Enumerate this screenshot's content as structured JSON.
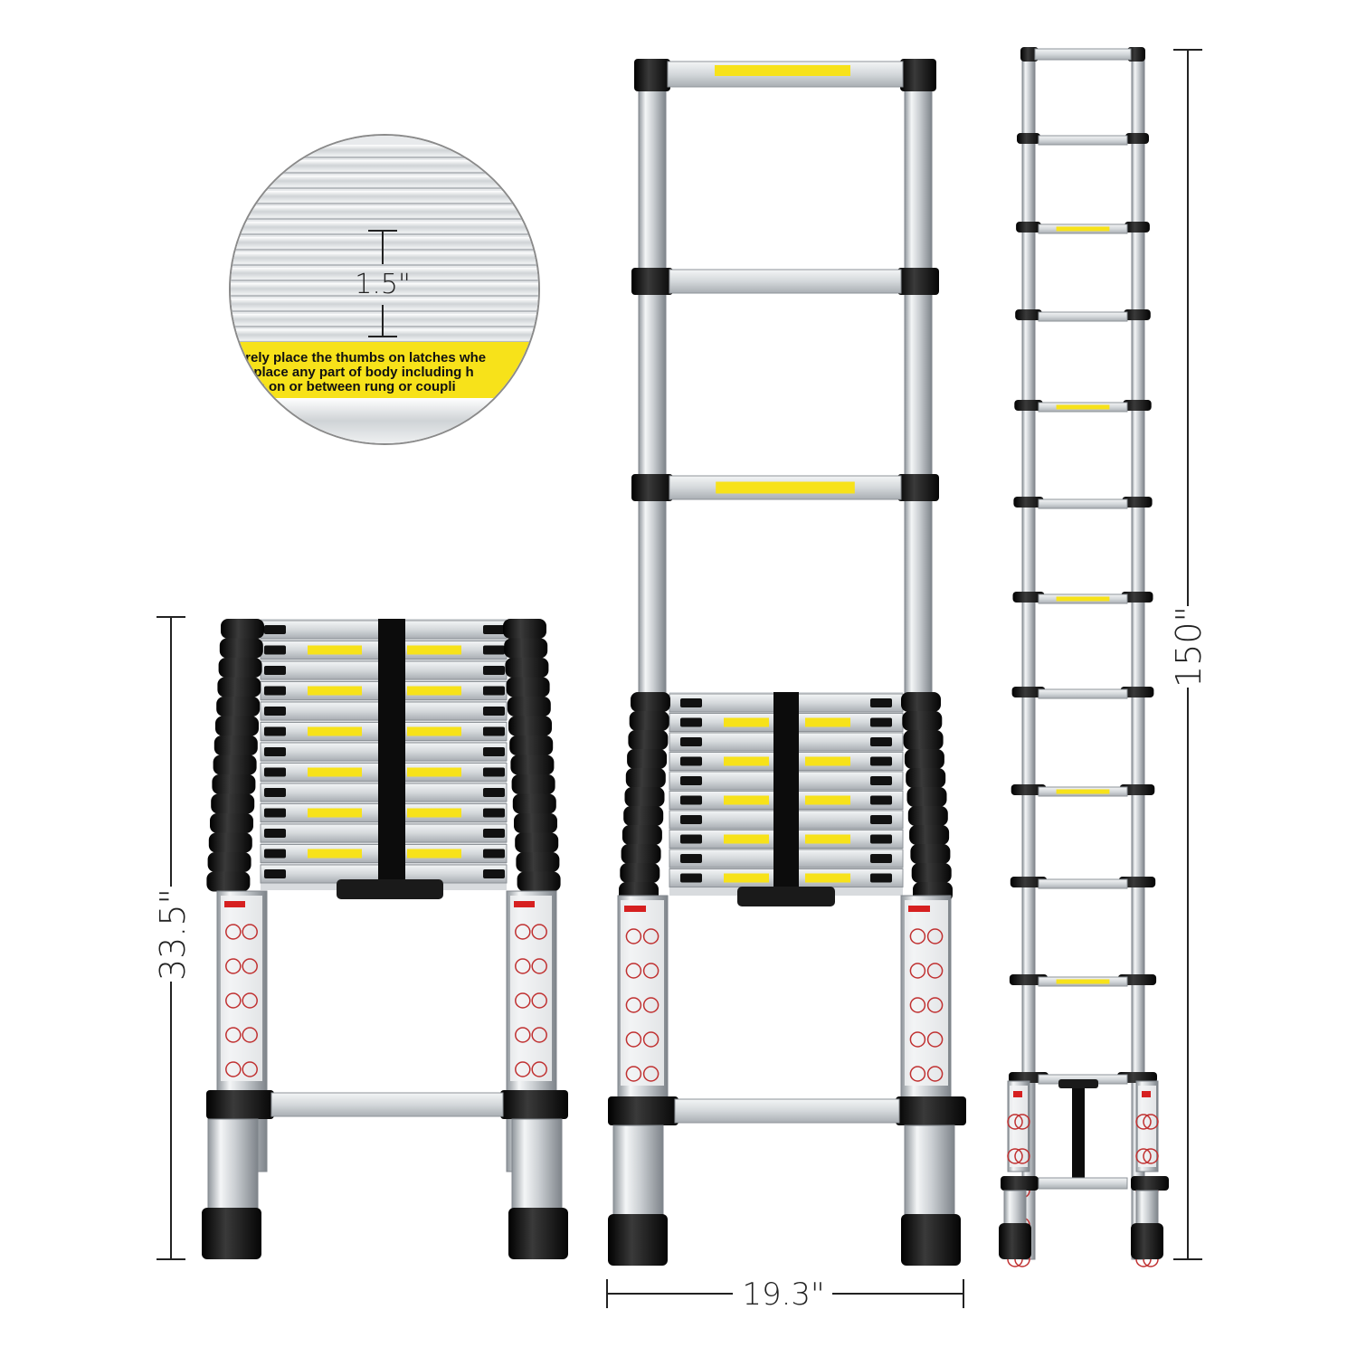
{
  "dimensions": {
    "rung_depth": "1.5\"",
    "collapsed_height": "33.5\"",
    "width": "19.3\"",
    "extended_height": "150\""
  },
  "zoom_label": {
    "line1": "urely place the thumbs on latches whe",
    "line2": "ot place any part of body including h",
    "line3": "mbs on or between rung or coupli"
  },
  "colors": {
    "aluminum": "#d9dcdf",
    "aluminum_dark": "#9ea3a8",
    "black": "#141414",
    "warning_yellow": "#f7e21a",
    "background": "#ffffff"
  },
  "icons": [
    "ruler-icon",
    "warning-label-icon",
    "strap-icon"
  ]
}
